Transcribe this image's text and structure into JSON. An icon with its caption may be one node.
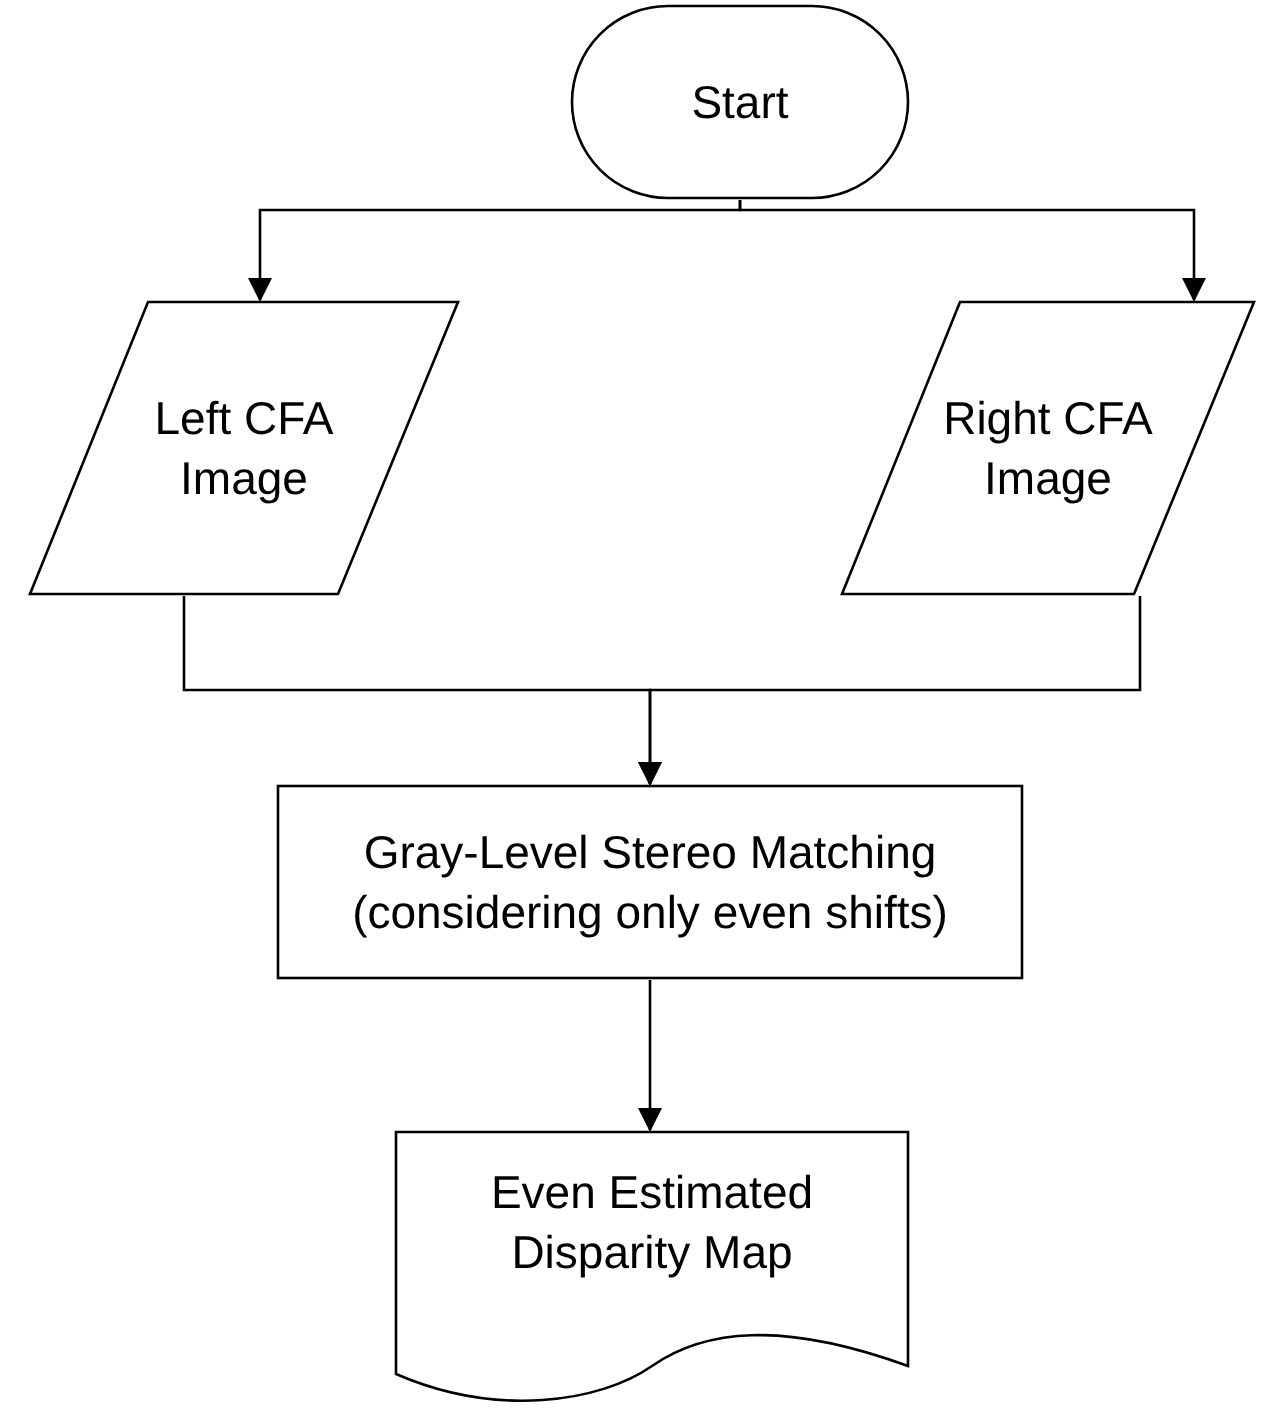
{
  "diagram": {
    "nodes": [
      {
        "text": [
          "Start"
        ]
      },
      {
        "text": [
          "Left CFA Image"
        ]
      },
      {
        "text": [
          "Right CFA Image"
        ]
      },
      {
        "text": [
          "Gray-Level Stereo Matching (considering only even shifts)"
        ]
      },
      {
        "text": [
          "Even Estimated Disparity Map"
        ]
      }
    ],
    "edges": [
      {
        "from": 0,
        "to": 1,
        "arrow": "to"
      },
      {
        "from": 0,
        "to": 2,
        "arrow": "to"
      },
      {
        "from": 1,
        "to": 3,
        "arrow": "to"
      },
      {
        "from": 2,
        "to": 3,
        "arrow": "to"
      },
      {
        "from": 3,
        "to": 4,
        "arrow": "to"
      }
    ]
  }
}
